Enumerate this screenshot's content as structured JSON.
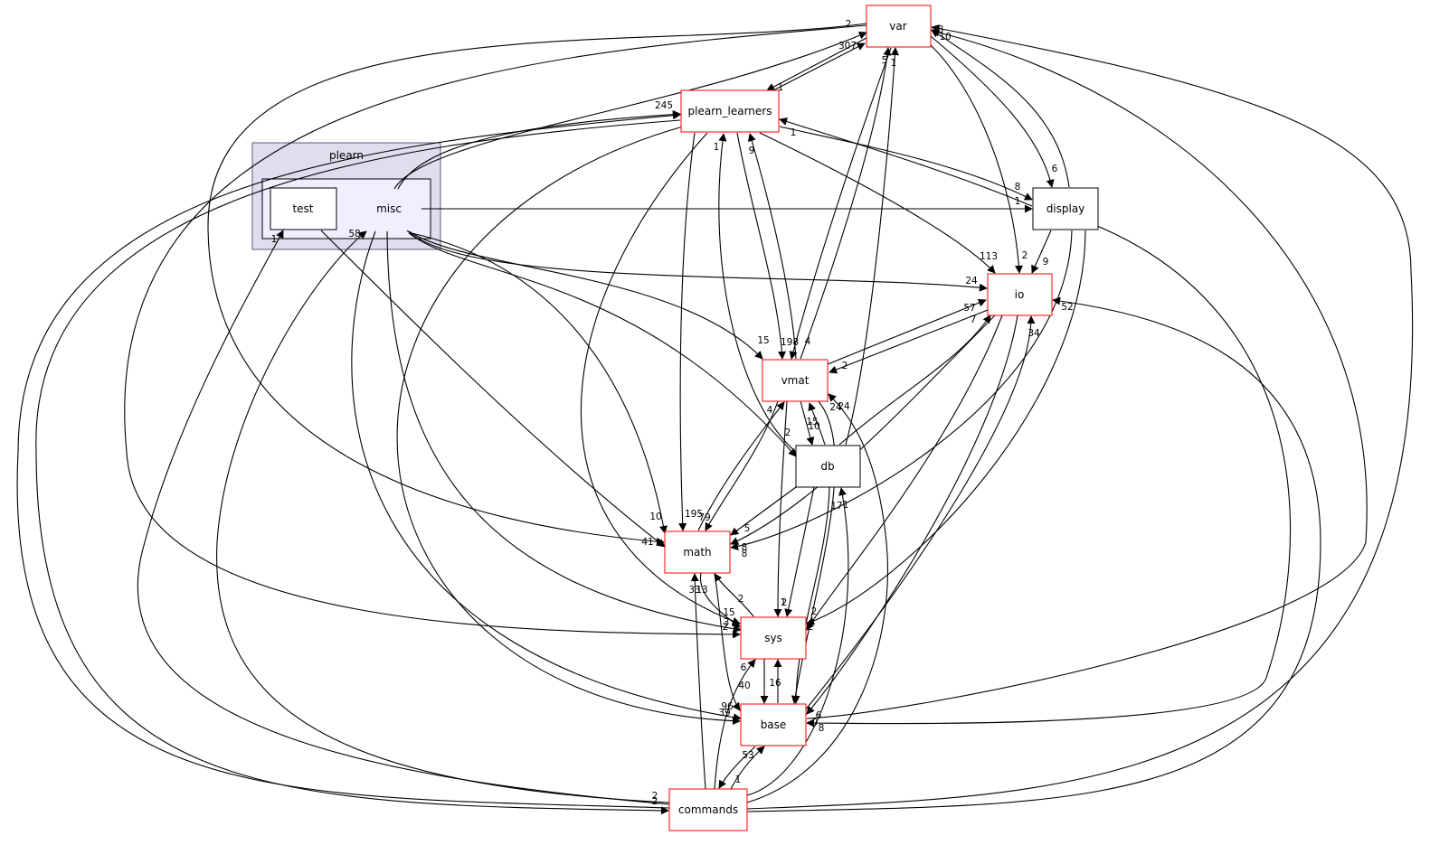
{
  "diagram": {
    "clusters": [
      {
        "id": "pl",
        "label": "plearn",
        "fill": "#dedeee",
        "stroke": "#5c5c7a"
      },
      {
        "id": "inner",
        "label": "",
        "fill": "#efefff",
        "stroke": "#000000"
      }
    ],
    "nodes": [
      {
        "id": "var",
        "label": "var",
        "style": "red"
      },
      {
        "id": "plearn_learners",
        "label": "plearn_learners",
        "style": "red"
      },
      {
        "id": "test",
        "label": "test",
        "style": "plain"
      },
      {
        "id": "misc",
        "label": "misc",
        "style": "nobox"
      },
      {
        "id": "display",
        "label": "display",
        "style": "plain"
      },
      {
        "id": "io",
        "label": "io",
        "style": "red"
      },
      {
        "id": "vmat",
        "label": "vmat",
        "style": "red"
      },
      {
        "id": "db",
        "label": "db",
        "style": "plain"
      },
      {
        "id": "math",
        "label": "math",
        "style": "red"
      },
      {
        "id": "sys",
        "label": "sys",
        "style": "red"
      },
      {
        "id": "base",
        "label": "base",
        "style": "red"
      },
      {
        "id": "commands",
        "label": "commands",
        "style": "red"
      }
    ],
    "edges": [
      {
        "from": "misc",
        "to": "var",
        "label": "2"
      },
      {
        "from": "misc",
        "to": "plearn_learners",
        "label": "245"
      },
      {
        "from": "misc",
        "to": "display",
        "label": "1"
      },
      {
        "from": "misc",
        "to": "io",
        "label": "24"
      },
      {
        "from": "misc",
        "to": "vmat",
        "label": "15"
      },
      {
        "from": "misc",
        "to": "db",
        "label": "2"
      },
      {
        "from": "misc",
        "to": "math",
        "label": "10"
      },
      {
        "from": "misc",
        "to": "sys",
        "label": "3"
      },
      {
        "from": "misc",
        "to": "base",
        "label": "39"
      },
      {
        "from": "test",
        "to": "math",
        "label": ""
      },
      {
        "from": "var",
        "to": "plearn_learners",
        "label": "1"
      },
      {
        "from": "plearn_learners",
        "to": "var",
        "label": "307"
      },
      {
        "from": "var",
        "to": "display",
        "label": "6"
      },
      {
        "from": "display",
        "to": "var",
        "label": "10"
      },
      {
        "from": "var",
        "to": "io",
        "label": "2"
      },
      {
        "from": "var",
        "to": "vmat",
        "label": "4"
      },
      {
        "from": "vmat",
        "to": "var",
        "label": "5"
      },
      {
        "from": "var",
        "to": "math",
        "label": "41"
      },
      {
        "from": "var",
        "to": "sys",
        "label": "2"
      },
      {
        "from": "plearn_learners",
        "to": "display",
        "label": "8"
      },
      {
        "from": "display",
        "to": "plearn_learners",
        "label": "1"
      },
      {
        "from": "plearn_learners",
        "to": "io",
        "label": "113"
      },
      {
        "from": "plearn_learners",
        "to": "vmat",
        "label": "198"
      },
      {
        "from": "vmat",
        "to": "plearn_learners",
        "label": "9"
      },
      {
        "from": "plearn_learners",
        "to": "math",
        "label": "195"
      },
      {
        "from": "plearn_learners",
        "to": "sys",
        "label": "33"
      },
      {
        "from": "plearn_learners",
        "to": "base",
        "label": "96"
      },
      {
        "from": "display",
        "to": "io",
        "label": "9"
      },
      {
        "from": "display",
        "to": "math",
        "label": "8"
      },
      {
        "from": "display",
        "to": "sys",
        "label": "2"
      },
      {
        "from": "display",
        "to": "base",
        "label": "9"
      },
      {
        "from": "vmat",
        "to": "io",
        "label": "57"
      },
      {
        "from": "io",
        "to": "vmat",
        "label": "2"
      },
      {
        "from": "io",
        "to": "math",
        "label": "8"
      },
      {
        "from": "io",
        "to": "sys",
        "label": "2"
      },
      {
        "from": "io",
        "to": "base",
        "label": "6"
      },
      {
        "from": "vmat",
        "to": "db",
        "label": "15"
      },
      {
        "from": "db",
        "to": "vmat",
        "label": "10"
      },
      {
        "from": "vmat",
        "to": "math",
        "label": "79"
      },
      {
        "from": "math",
        "to": "vmat",
        "label": "4"
      },
      {
        "from": "vmat",
        "to": "sys",
        "label": "2"
      },
      {
        "from": "vmat",
        "to": "base",
        "label": "24"
      },
      {
        "from": "db",
        "to": "var",
        "label": "1"
      },
      {
        "from": "db",
        "to": "plearn_learners",
        "label": "1"
      },
      {
        "from": "db",
        "to": "io",
        "label": "7"
      },
      {
        "from": "db",
        "to": "math",
        "label": "5"
      },
      {
        "from": "db",
        "to": "sys",
        "label": "1"
      },
      {
        "from": "db",
        "to": "base",
        "label": "17"
      },
      {
        "from": "math",
        "to": "sys",
        "label": "15"
      },
      {
        "from": "sys",
        "to": "math",
        "label": "2"
      },
      {
        "from": "math",
        "to": "base",
        "label": "40"
      },
      {
        "from": "sys",
        "to": "base",
        "label": "1"
      },
      {
        "from": "base",
        "to": "sys",
        "label": "16"
      },
      {
        "from": "base",
        "to": "io",
        "label": "34"
      },
      {
        "from": "base",
        "to": "var",
        "label": "8"
      },
      {
        "from": "commands",
        "to": "var",
        "label": "8"
      },
      {
        "from": "commands",
        "to": "plearn_learners",
        "label": "2"
      },
      {
        "from": "plearn_learners",
        "to": "commands",
        "label": "2"
      },
      {
        "from": "commands",
        "to": "test",
        "label": "1"
      },
      {
        "from": "commands",
        "to": "misc",
        "label": "58"
      },
      {
        "from": "commands",
        "to": "io",
        "label": "52"
      },
      {
        "from": "commands",
        "to": "vmat",
        "label": "24"
      },
      {
        "from": "commands",
        "to": "db",
        "label": "1"
      },
      {
        "from": "commands",
        "to": "math",
        "label": "13"
      },
      {
        "from": "commands",
        "to": "sys",
        "label": "6"
      },
      {
        "from": "commands",
        "to": "base",
        "label": "53"
      },
      {
        "from": "base",
        "to": "commands",
        "label": "1"
      }
    ]
  }
}
